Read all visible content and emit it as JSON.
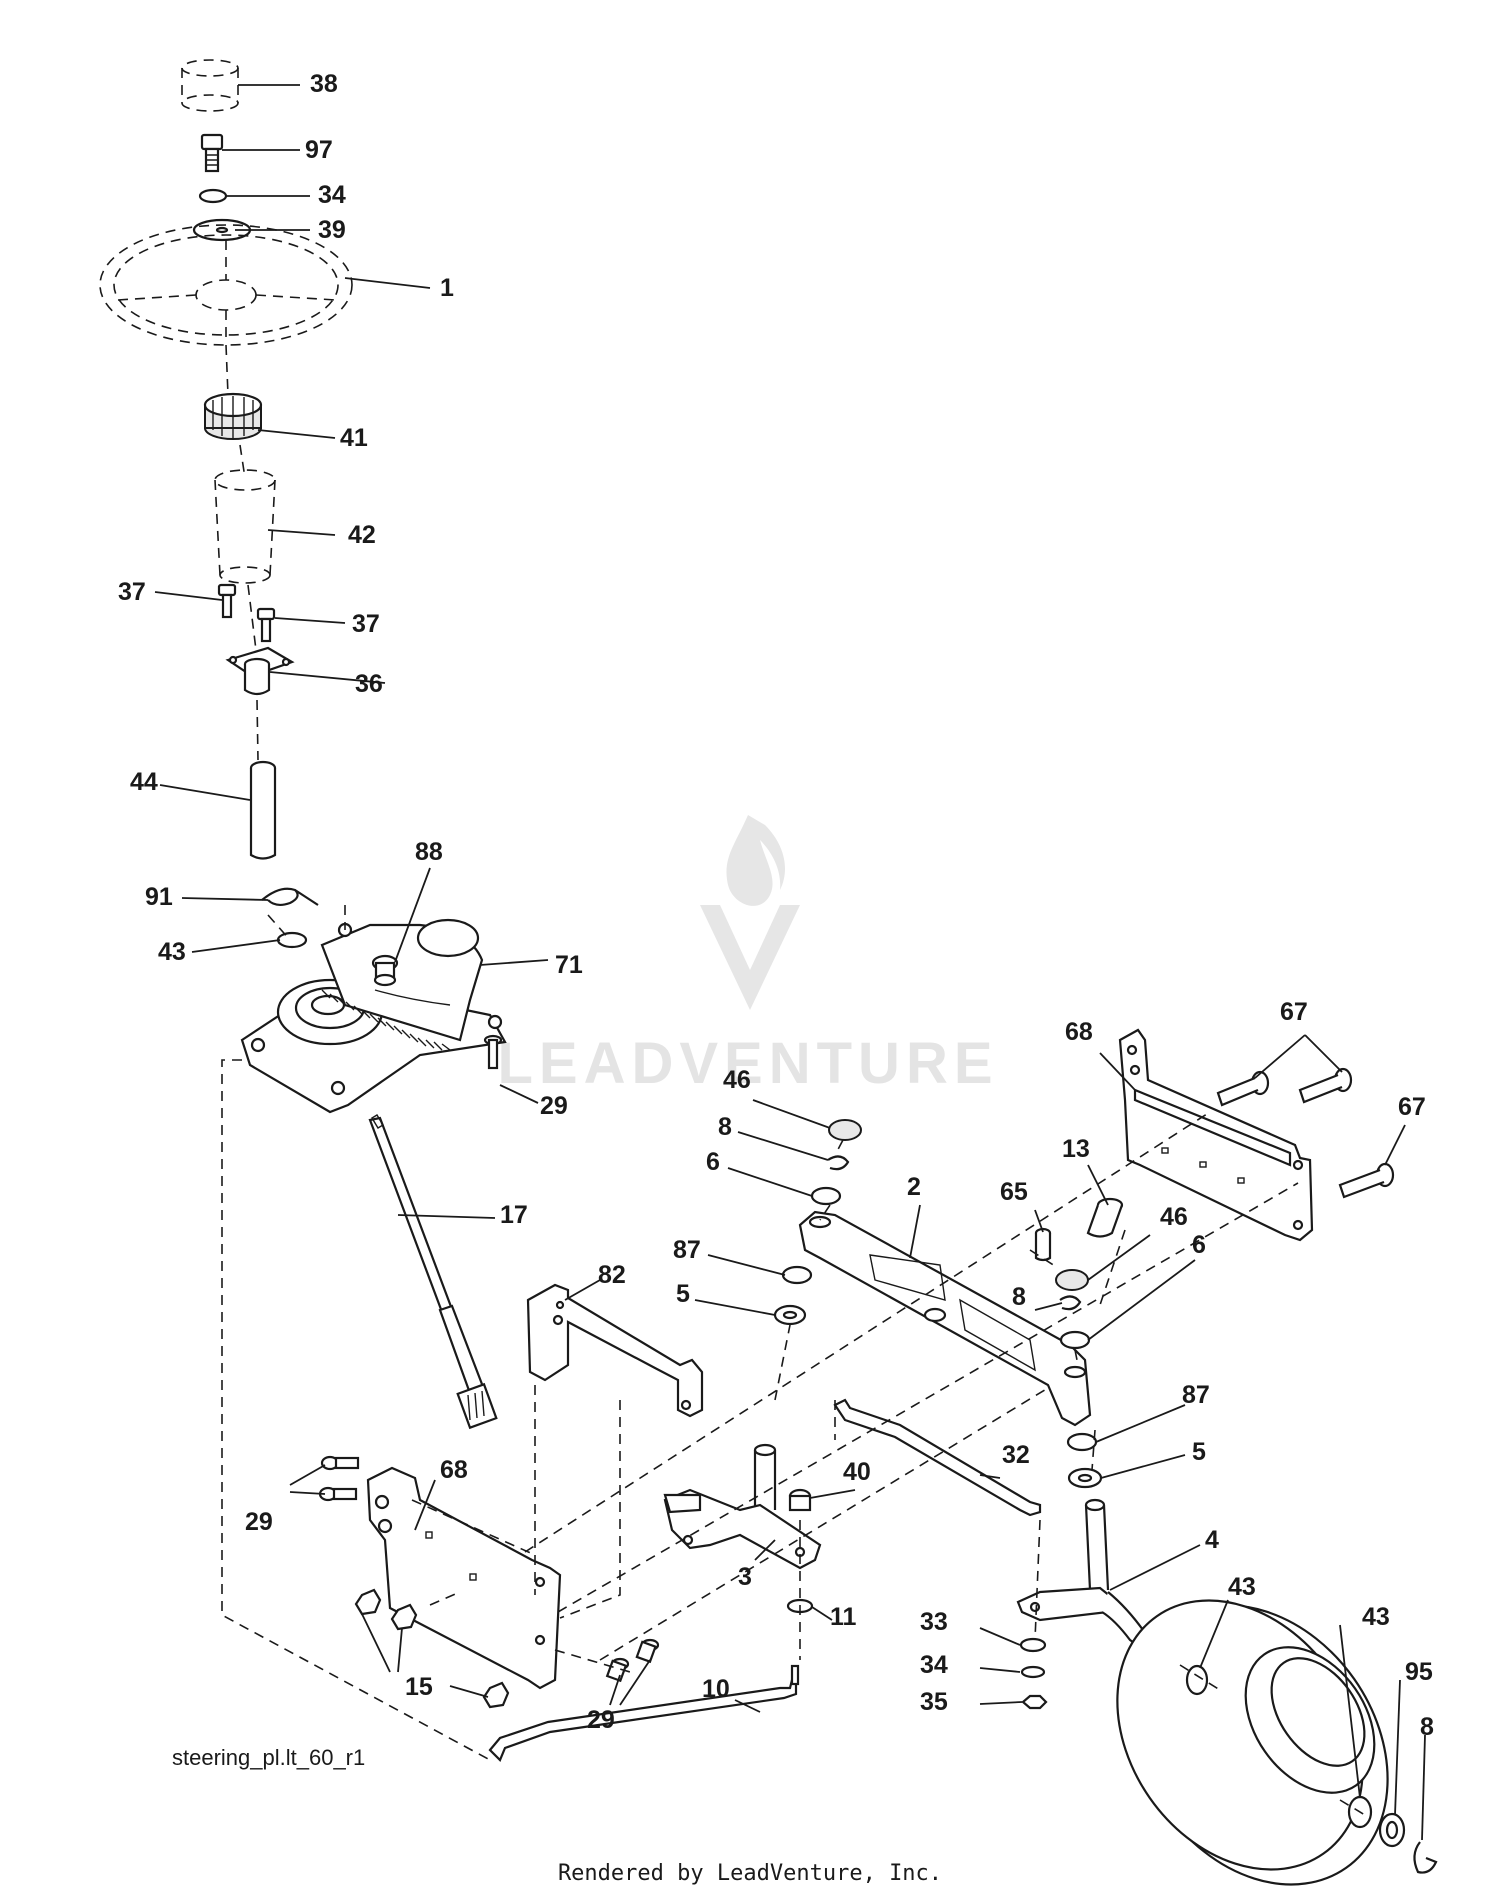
{
  "diagram_ref": "steering_pl.lt_60_r1",
  "footer": "Rendered by LeadVenture, Inc.",
  "watermark": "LEADVENTURE",
  "callouts": [
    {
      "id": "c38",
      "label": "38"
    },
    {
      "id": "c97",
      "label": "97"
    },
    {
      "id": "c34a",
      "label": "34"
    },
    {
      "id": "c39",
      "label": "39"
    },
    {
      "id": "c1",
      "label": "1"
    },
    {
      "id": "c41",
      "label": "41"
    },
    {
      "id": "c42",
      "label": "42"
    },
    {
      "id": "c37a",
      "label": "37"
    },
    {
      "id": "c37b",
      "label": "37"
    },
    {
      "id": "c36",
      "label": "36"
    },
    {
      "id": "c44",
      "label": "44"
    },
    {
      "id": "c88",
      "label": "88"
    },
    {
      "id": "c91",
      "label": "91"
    },
    {
      "id": "c71",
      "label": "71"
    },
    {
      "id": "c43a",
      "label": "43"
    },
    {
      "id": "c29a",
      "label": "29"
    },
    {
      "id": "c17",
      "label": "17"
    },
    {
      "id": "c82",
      "label": "82"
    },
    {
      "id": "c68a",
      "label": "68"
    },
    {
      "id": "c29b",
      "label": "29"
    },
    {
      "id": "c15",
      "label": "15"
    },
    {
      "id": "c29c",
      "label": "29"
    },
    {
      "id": "c10",
      "label": "10"
    },
    {
      "id": "c46a",
      "label": "46"
    },
    {
      "id": "c8a",
      "label": "8"
    },
    {
      "id": "c6a",
      "label": "6"
    },
    {
      "id": "c87a",
      "label": "87"
    },
    {
      "id": "c5a",
      "label": "5"
    },
    {
      "id": "c2",
      "label": "2"
    },
    {
      "id": "c40",
      "label": "40"
    },
    {
      "id": "c3",
      "label": "3"
    },
    {
      "id": "c11",
      "label": "11"
    },
    {
      "id": "c32",
      "label": "32"
    },
    {
      "id": "c68b",
      "label": "68"
    },
    {
      "id": "c67a",
      "label": "67"
    },
    {
      "id": "c67b",
      "label": "67"
    },
    {
      "id": "c13",
      "label": "13"
    },
    {
      "id": "c65",
      "label": "65"
    },
    {
      "id": "c46b",
      "label": "46"
    },
    {
      "id": "c6b",
      "label": "6"
    },
    {
      "id": "c8b",
      "label": "8"
    },
    {
      "id": "c87b",
      "label": "87"
    },
    {
      "id": "c5b",
      "label": "5"
    },
    {
      "id": "c4",
      "label": "4"
    },
    {
      "id": "c43b",
      "label": "43"
    },
    {
      "id": "c43c",
      "label": "43"
    },
    {
      "id": "c95",
      "label": "95"
    },
    {
      "id": "c8c",
      "label": "8"
    },
    {
      "id": "c33",
      "label": "33"
    },
    {
      "id": "c34b",
      "label": "34"
    },
    {
      "id": "c35",
      "label": "35"
    }
  ]
}
